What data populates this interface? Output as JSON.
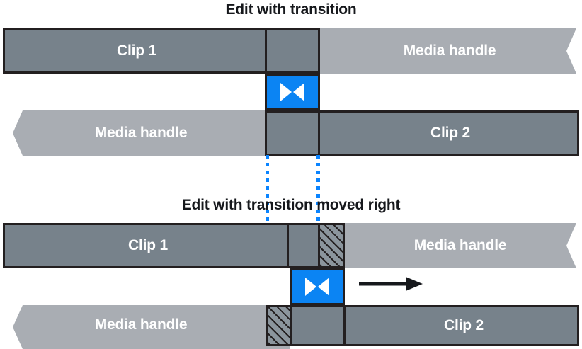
{
  "diagram": {
    "type": "timeline-transition-illustration",
    "background": "#ffffff",
    "colors": {
      "clip_fill": "#77828b",
      "media_handle_fill": "#a9adb3",
      "transition_fill": "#0b84f3",
      "outline": "#231f20",
      "dotted_guide": "#0a84ff",
      "hatch_fill": "#8b959d",
      "label_text": "#ffffff",
      "title_text": "#16181c"
    }
  },
  "panels": [
    {
      "id": "panel-top",
      "title": "Edit with transition",
      "upper_track": {
        "clip_label": "Clip 1",
        "handle_label": "Media handle"
      },
      "lower_track": {
        "handle_label": "Media handle",
        "clip_label": "Clip 2"
      },
      "transition": {
        "icon": "transition-bowtie-icon",
        "label": ""
      }
    },
    {
      "id": "panel-bottom",
      "title": "Edit with transition moved right",
      "upper_track": {
        "clip_label": "Clip 1",
        "handle_label": "Media handle",
        "hatched_region": "trimmed-media-region"
      },
      "lower_track": {
        "handle_label": "Media handle",
        "clip_label": "Clip 2",
        "hatched_region": "trimmed-media-region"
      },
      "transition": {
        "icon": "transition-bowtie-icon",
        "label": ""
      },
      "move_arrow": {
        "icon": "arrow-right-icon",
        "direction": "right"
      }
    }
  ],
  "guides": [
    {
      "id": "guide-left",
      "label": "original-transition-start"
    },
    {
      "id": "guide-right",
      "label": "original-transition-end"
    }
  ]
}
